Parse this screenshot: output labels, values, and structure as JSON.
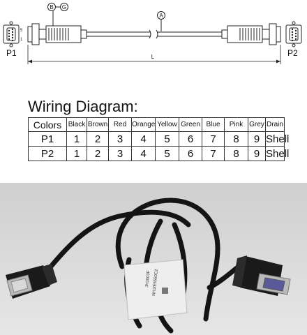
{
  "drawing": {
    "label_p1": "P1",
    "label_p2": "P2",
    "label_length": "L",
    "callout_b": "B",
    "callout_g": "G",
    "callout_a": "A",
    "pin_label_5": "5",
    "pin_label_1": "1"
  },
  "wiring": {
    "title": "Wiring Diagram:",
    "header": {
      "label": "Colors",
      "cols": [
        "Black",
        "Brown",
        "Red",
        "Orange",
        "Yellow",
        "Green",
        "Blue",
        "Pink",
        "Grey",
        "Drain"
      ]
    },
    "rows": [
      {
        "label": "P1",
        "cells": [
          "1",
          "2",
          "3",
          "4",
          "5",
          "6",
          "7",
          "8",
          "9",
          "Shell"
        ]
      },
      {
        "label": "P2",
        "cells": [
          "1",
          "2",
          "3",
          "4",
          "5",
          "6",
          "7",
          "8",
          "9",
          "Shell"
        ]
      }
    ]
  },
  "photo": {
    "band_text_1": "JH1003F",
    "band_text_2": "NHJ/E5550C2"
  },
  "colors": {
    "line": "#222222",
    "cable_black": "#141414",
    "photo_background": "#dcdcdc",
    "band": "#eeeeee"
  },
  "icons": [
    "db9-connector-icon",
    "cable-icon"
  ]
}
